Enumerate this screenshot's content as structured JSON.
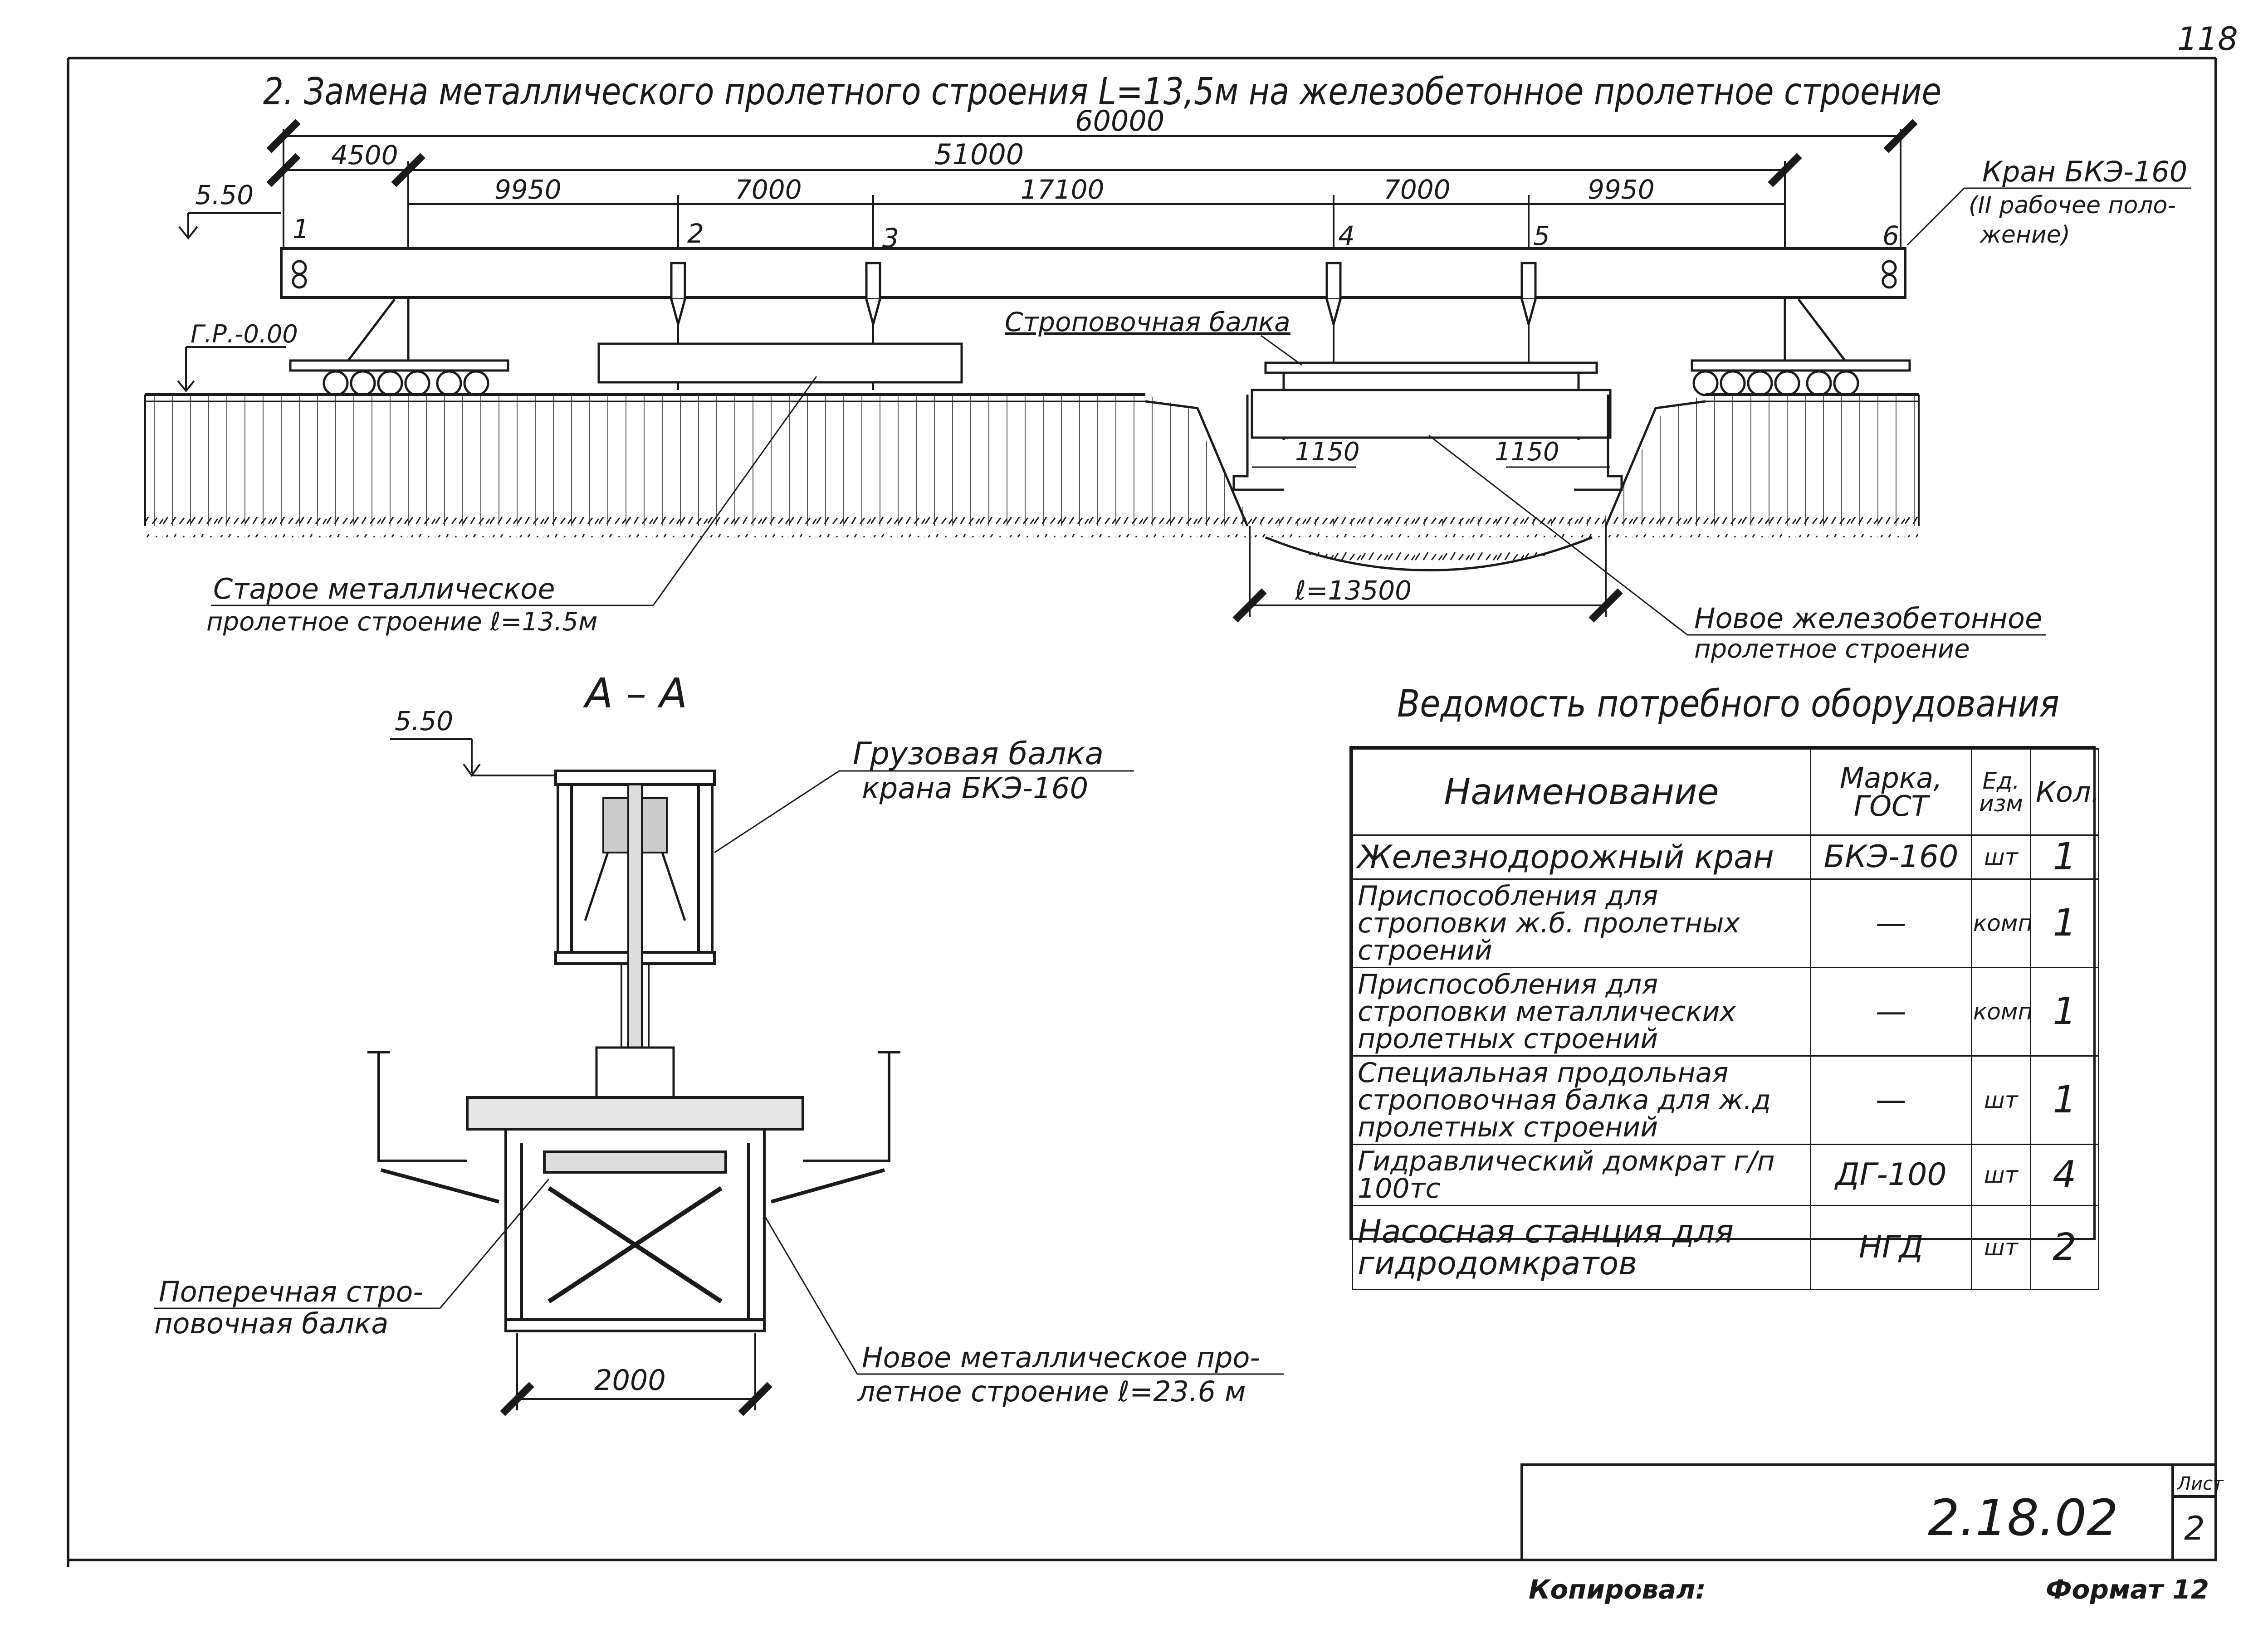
{
  "page_number": "118",
  "title": "2. Замена металлического пролетного строения L=13,5м на железобетонное пролетное строение",
  "dimensions": {
    "total": "60000",
    "d4500": "4500",
    "d51000": "51000",
    "d9950_left": "9950",
    "d7000_left": "7000",
    "d17100": "17100",
    "d7000_right": "7000",
    "d9950_right": "9950",
    "d1150_left": "1150",
    "d1150_right": "1150",
    "span": "ℓ=13500",
    "section_width": "2000"
  },
  "levels": {
    "top": "5.50",
    "rail": "Г.Р.-0.00",
    "section_top": "5.50"
  },
  "support_points": [
    "1",
    "2",
    "3",
    "4",
    "5",
    "6"
  ],
  "labels": {
    "crane_line1": "Кран БКЭ-160",
    "crane_line2": "(II рабочее поло-",
    "crane_line3": "жение)",
    "sling_beam": "Строповочная балка",
    "old_span_line1": "Старое металлическое",
    "old_span_line2": "пролетное строение ℓ=13.5м",
    "new_span_line1": "Новое железобетонное",
    "new_span_line2": "пролетное строение",
    "section_title": "А – А",
    "cargo_beam_line1": "Грузовая балка",
    "cargo_beam_line2": "крана БКЭ-160",
    "cross_beam_line1": "Поперечная стро-",
    "cross_beam_line2": "повочная балка",
    "new_metal_line1": "Новое металлическое про-",
    "new_metal_line2": "летное строение ℓ=23.6 м"
  },
  "equipment": {
    "title": "Ведомость потребного оборудования",
    "headers": {
      "name": "Наименование",
      "brand_line1": "Марка,",
      "brand_line2": "ГОСТ",
      "unit_line1": "Ед.",
      "unit_line2": "изм",
      "qty": "Кол."
    },
    "rows": [
      {
        "name": "Железнодорожный кран",
        "brand": "БКЭ-160",
        "unit": "шт",
        "qty": "1"
      },
      {
        "name": "Приспособления для строповки ж.б. пролетных строений",
        "brand": "—",
        "unit": "комп",
        "qty": "1"
      },
      {
        "name": "Приспособления для строповки металлических пролетных строений",
        "brand": "—",
        "unit": "комп",
        "qty": "1"
      },
      {
        "name": "Специальная продольная строповочная балка для ж.д пролетных строений",
        "brand": "—",
        "unit": "шт",
        "qty": "1"
      },
      {
        "name": "Гидравлический домкрат г/п 100тс",
        "brand": "ДГ-100",
        "unit": "шт",
        "qty": "4"
      },
      {
        "name": "Насосная станция для гидродомкратов",
        "brand": "НГД",
        "unit": "шт",
        "qty": "2"
      }
    ]
  },
  "stamp": {
    "code": "2.18.02",
    "sheet_label": "Лист",
    "sheet_no": "2",
    "copied": "Копировал:",
    "format": "Формат 12"
  }
}
